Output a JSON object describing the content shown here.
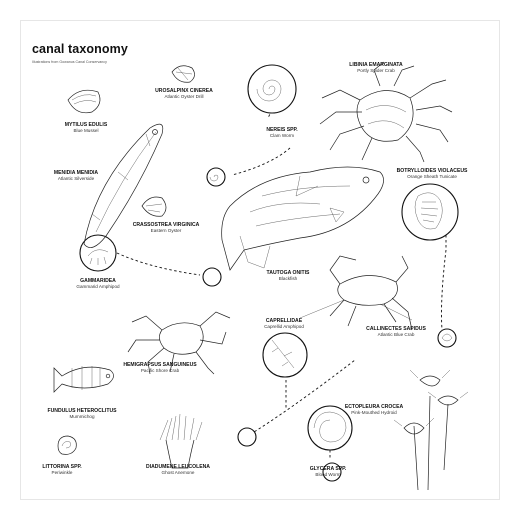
{
  "title": "canal taxonomy",
  "subtitle": "Illustrations from Gowanus Canal Conservancy",
  "species": [
    {
      "sci": "MYTILUS EDULIS",
      "common": "Blue Mussel"
    },
    {
      "sci": "UROSALPINX CINEREA",
      "common": "Atlantic Oyster Drill"
    },
    {
      "sci": "LIBINIA EMARGINATA",
      "common": "Portly Spider Crab"
    },
    {
      "sci": "NEREIS SPP.",
      "common": "Clam Worm"
    },
    {
      "sci": "MENIDIA MENIDIA",
      "common": "Atlantic Silverside"
    },
    {
      "sci": "CRASSOSTREA VIRGINICA",
      "common": "Eastern Oyster"
    },
    {
      "sci": "BOTRYLLOIDES VIOLACEUS",
      "common": "Orange Sheath Tunicate"
    },
    {
      "sci": "GAMMARIDEA",
      "common": "Gammarid Amphipod"
    },
    {
      "sci": "TAUTOGA ONITIS",
      "common": "Blackfish"
    },
    {
      "sci": "CALLINECTES SAPIDUS",
      "common": "Atlantic Blue Crab"
    },
    {
      "sci": "CAPRELLIDAE",
      "common": "Caprellid Amphipod"
    },
    {
      "sci": "HEMIGRAPSUS SANGUINEUS",
      "common": "Pacific Shore Crab"
    },
    {
      "sci": "FUNDULUS HETEROCLITUS",
      "common": "Mummichog"
    },
    {
      "sci": "ECTOPLEURA CROCEA",
      "common": "Pink-Mouthed Hydroid"
    },
    {
      "sci": "LITTORINA SPP.",
      "common": "Periwinkle"
    },
    {
      "sci": "DIADUMENE LEUCOLENA",
      "common": "Ghost Anemone"
    },
    {
      "sci": "GLYCERA SPP.",
      "common": "Blood Worm"
    }
  ]
}
